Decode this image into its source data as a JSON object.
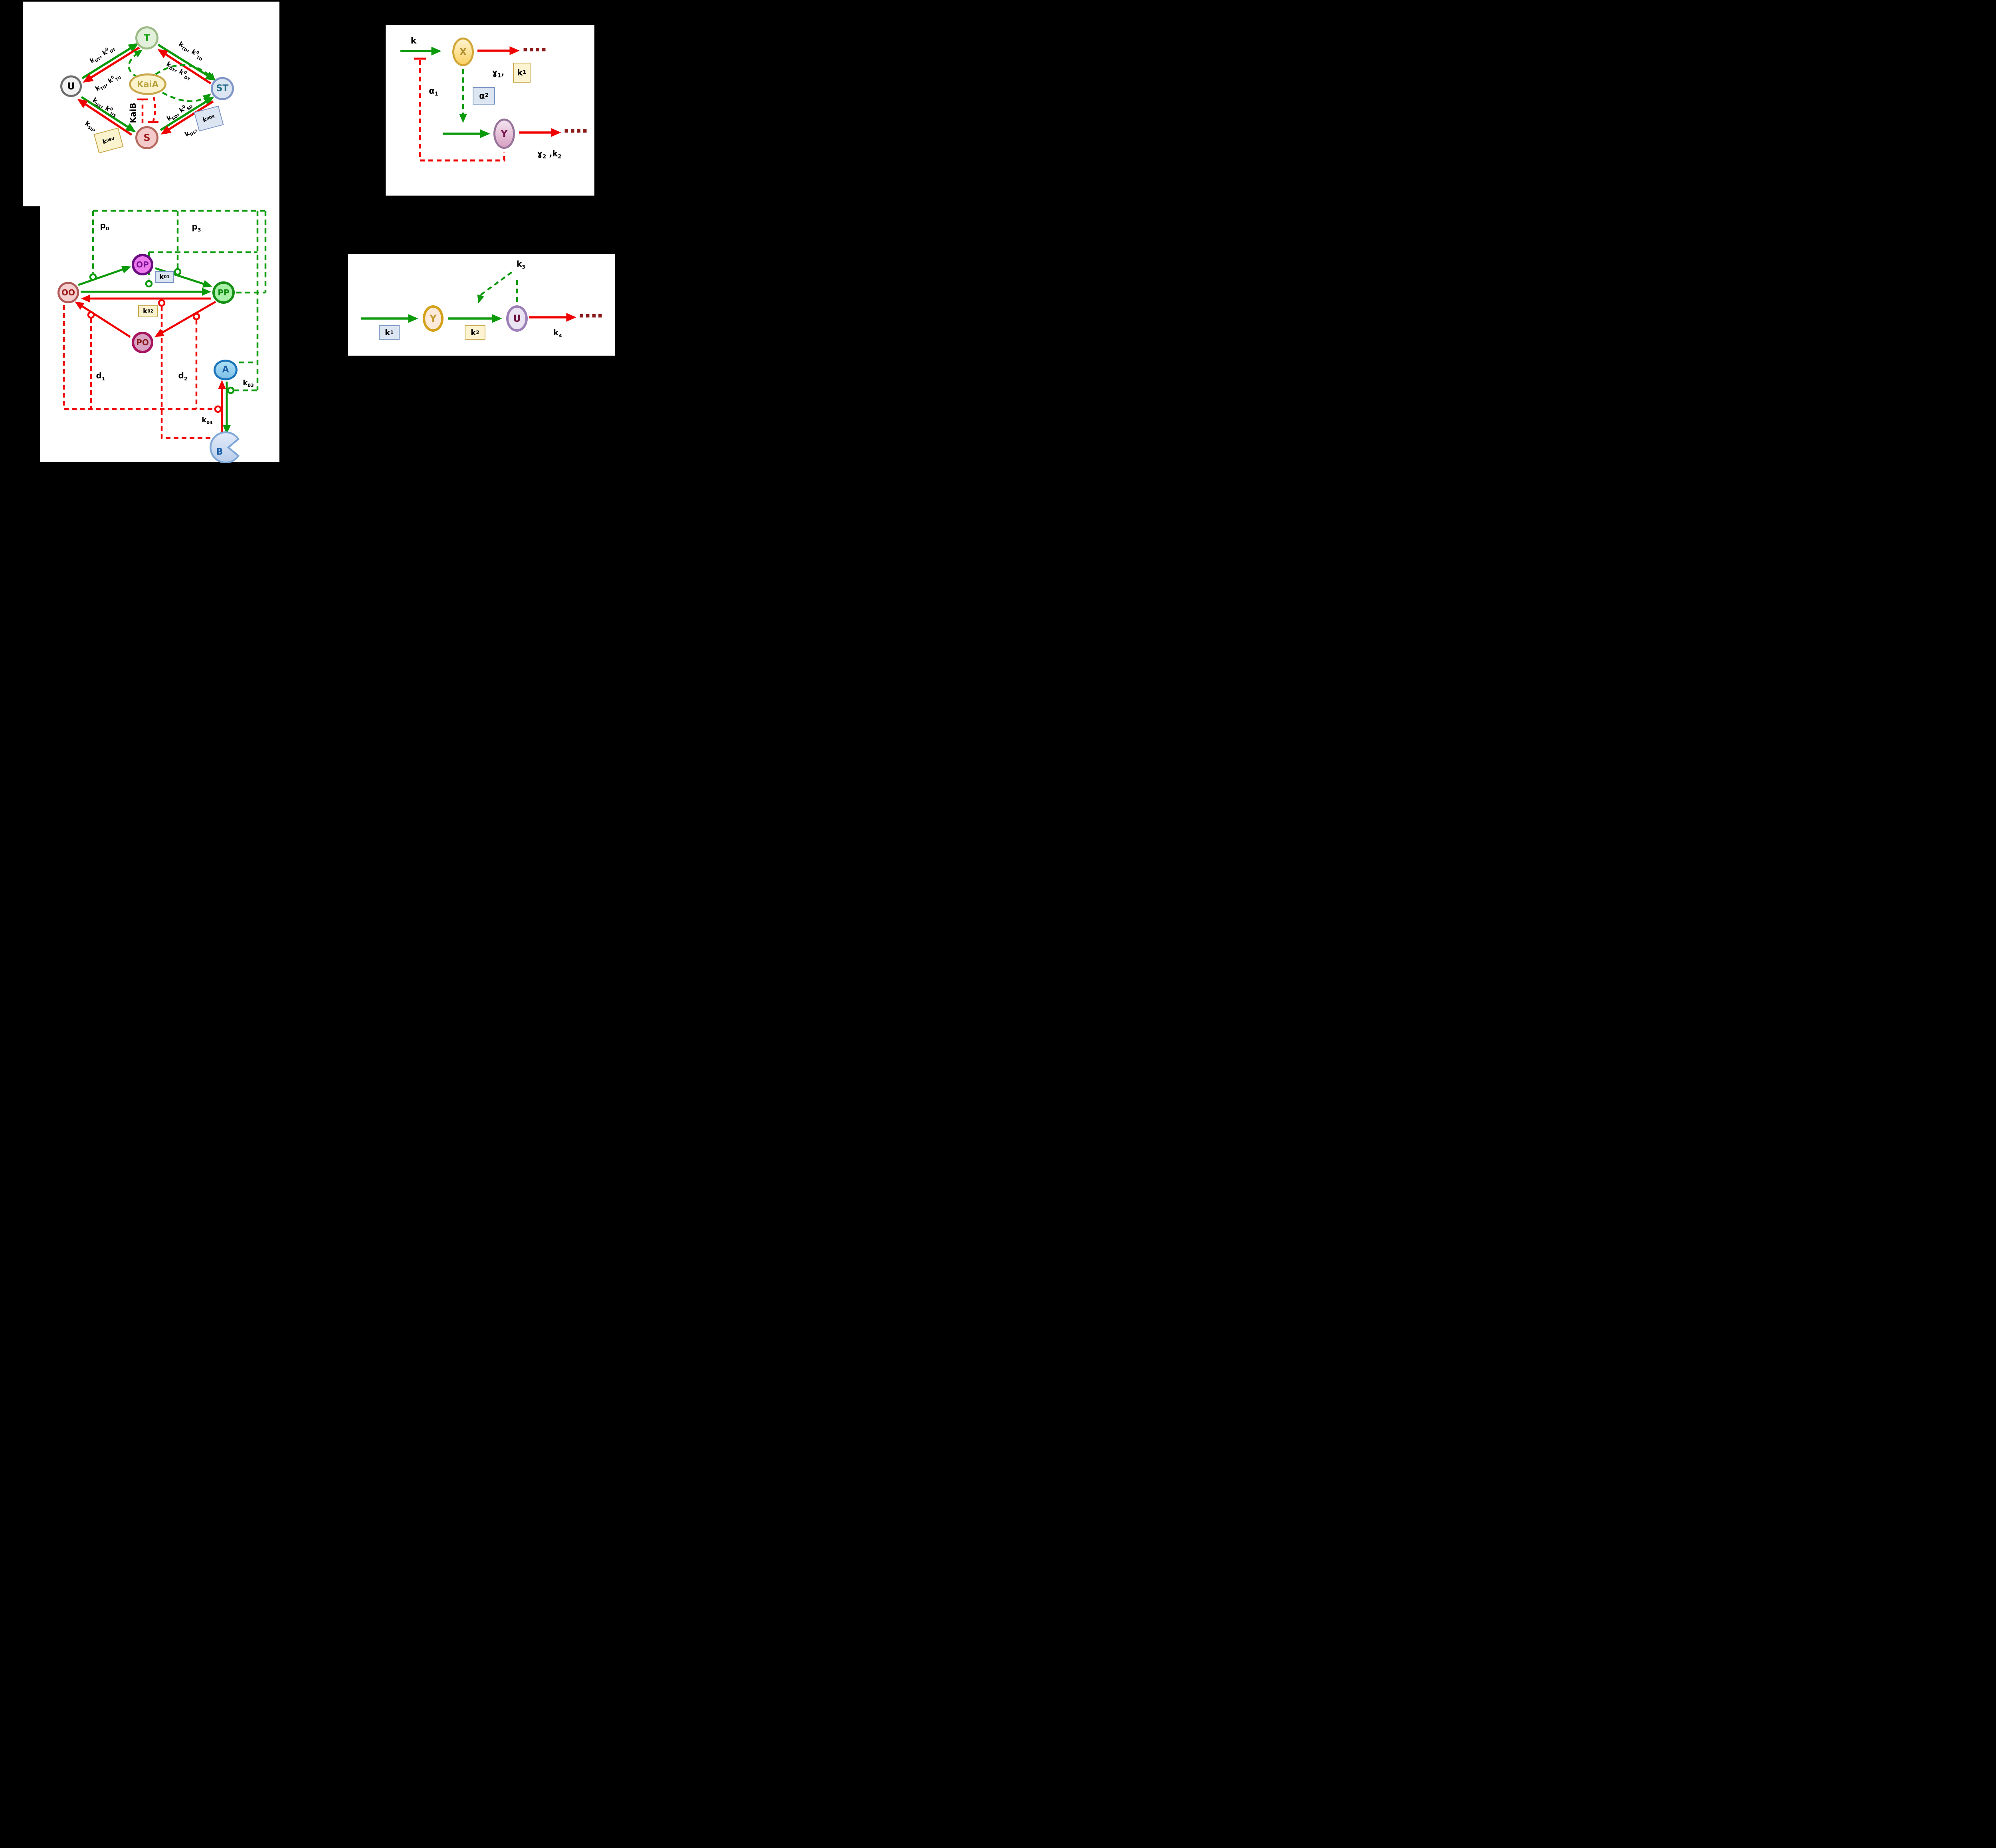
{
  "figure": {
    "background": "#000000",
    "activation_color": "#0a9a0a",
    "inhibition_color": "#f10000",
    "continuation_color": "#8b1a1a"
  },
  "kaic": {
    "nodes": {
      "u": "U",
      "t": "T",
      "st": "ST",
      "s": "S",
      "kaia": "KaiA",
      "kaib": "KaiB"
    },
    "rates": {
      "ut": [
        {
          "t": "k"
        },
        {
          "t": "UT",
          "v": "sub"
        },
        {
          "t": ", "
        },
        {
          "t": "k"
        },
        {
          "t": "0",
          "v": "sup"
        },
        {
          "t": "UT",
          "v": "sub"
        }
      ],
      "tu": [
        {
          "t": "k"
        },
        {
          "t": "TU",
          "v": "sub"
        },
        {
          "t": ", "
        },
        {
          "t": "k"
        },
        {
          "t": "0",
          "v": "sup"
        },
        {
          "t": "TU",
          "v": "sub"
        }
      ],
      "td": [
        {
          "t": "k"
        },
        {
          "t": "TD",
          "v": "sub"
        },
        {
          "t": ", "
        },
        {
          "t": "k"
        },
        {
          "t": "0",
          "v": "sup"
        },
        {
          "t": "TD",
          "v": "sub"
        }
      ],
      "dt": [
        {
          "t": "k"
        },
        {
          "t": "DT",
          "v": "sub"
        },
        {
          "t": ", "
        },
        {
          "t": "k"
        },
        {
          "t": "0",
          "v": "sup"
        },
        {
          "t": "DT",
          "v": "sub"
        }
      ],
      "us": [
        {
          "t": "k"
        },
        {
          "t": "US",
          "v": "sub"
        },
        {
          "t": ", "
        },
        {
          "t": "k"
        },
        {
          "t": "0",
          "v": "sup"
        },
        {
          "t": "US",
          "v": "sub"
        }
      ],
      "su": [
        {
          "t": "k"
        },
        {
          "t": "SU",
          "v": "sub"
        },
        {
          "t": ","
        }
      ],
      "su0": [
        {
          "t": "k"
        },
        {
          "t": "0",
          "v": "sup"
        },
        {
          "t": "SU",
          "v": "sub"
        }
      ],
      "sd": [
        {
          "t": "k"
        },
        {
          "t": "SD",
          "v": "sub"
        },
        {
          "t": ", "
        },
        {
          "t": "k"
        },
        {
          "t": "0",
          "v": "sup"
        },
        {
          "t": "SD",
          "v": "sub"
        }
      ],
      "ds": [
        {
          "t": "k"
        },
        {
          "t": "DS",
          "v": "sub"
        },
        {
          "t": ","
        }
      ],
      "ds0": [
        {
          "t": "k"
        },
        {
          "t": "0",
          "v": "sup"
        },
        {
          "t": "DS",
          "v": "sub"
        }
      ]
    }
  },
  "xy": {
    "nodes": {
      "x": "X",
      "y": "Y"
    },
    "labels": {
      "k": "k",
      "gamma1": [
        {
          "t": "ɣ"
        },
        {
          "t": "1",
          "v": "sub"
        },
        {
          "t": ","
        }
      ],
      "k1": [
        {
          "t": "k"
        },
        {
          "t": "1",
          "v": "sub"
        }
      ],
      "alpha1": [
        {
          "t": "α"
        },
        {
          "t": "1",
          "v": "sub"
        }
      ],
      "alpha2": [
        {
          "t": "α"
        },
        {
          "t": "2",
          "v": "sub"
        }
      ],
      "gamma2k2": [
        {
          "t": "ɣ"
        },
        {
          "t": "2",
          "v": "sub"
        },
        {
          "t": " ,"
        },
        {
          "t": "k"
        },
        {
          "t": "2",
          "v": "sub"
        }
      ],
      "dots": "▪▪▪▪"
    }
  },
  "pdh": {
    "nodes": {
      "oo": "OO",
      "op": "OP",
      "pp": "PP",
      "po": "PO",
      "a": "A",
      "b": "B"
    },
    "labels": {
      "p0": [
        {
          "t": "p"
        },
        {
          "t": "0",
          "v": "sub"
        }
      ],
      "p3": [
        {
          "t": "p"
        },
        {
          "t": "3",
          "v": "sub"
        }
      ],
      "k01": [
        {
          "t": "k"
        },
        {
          "t": "01",
          "v": "sub"
        }
      ],
      "k02": [
        {
          "t": "k"
        },
        {
          "t": "02",
          "v": "sub"
        }
      ],
      "k03": [
        {
          "t": "k"
        },
        {
          "t": "03",
          "v": "sub"
        }
      ],
      "k04": [
        {
          "t": "k"
        },
        {
          "t": "04",
          "v": "sub"
        }
      ],
      "d1": [
        {
          "t": "d"
        },
        {
          "t": "1",
          "v": "sub"
        }
      ],
      "d2": [
        {
          "t": "d"
        },
        {
          "t": "2",
          "v": "sub"
        }
      ]
    }
  },
  "linear": {
    "nodes": {
      "y": "Y",
      "u": "U"
    },
    "labels": {
      "k1": [
        {
          "t": "k"
        },
        {
          "t": "1",
          "v": "sub"
        }
      ],
      "k2": [
        {
          "t": "k"
        },
        {
          "t": "2",
          "v": "sub"
        }
      ],
      "k3": [
        {
          "t": "k"
        },
        {
          "t": "3",
          "v": "sub"
        }
      ],
      "k4": [
        {
          "t": "k"
        },
        {
          "t": "4",
          "v": "sub"
        }
      ],
      "dots": "▪▪▪▪"
    }
  }
}
